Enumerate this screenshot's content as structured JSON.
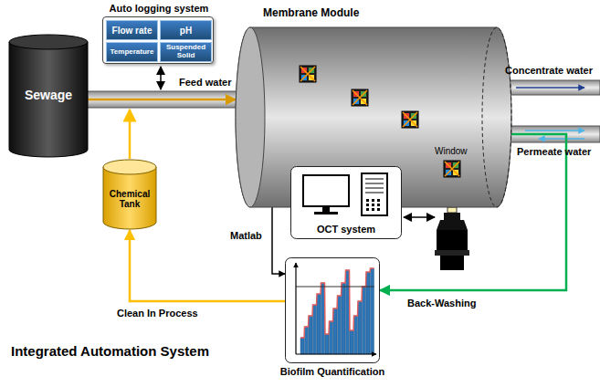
{
  "diagram": {
    "title": "Integrated Automation System",
    "nodes": [
      {
        "text": [
          "Sewage"
        ]
      },
      {
        "text": [
          "Auto logging system"
        ]
      },
      {
        "text": [
          "Flow rate"
        ],
        "in": 1
      },
      {
        "text": [
          "pH"
        ],
        "in": 1
      },
      {
        "text": [
          "Temperature"
        ],
        "in": 1
      },
      {
        "text": [
          "Suspended Solid"
        ],
        "in": 1
      },
      {
        "text": [
          "Membrane Module"
        ]
      },
      {
        "text": [
          "Chemical Tank"
        ]
      },
      {
        "text": [
          "OCT system"
        ]
      },
      {
        "text": [
          "Biofilm Quantification"
        ]
      }
    ],
    "edges": [
      {
        "from": 0,
        "to": 6,
        "label": "Feed water",
        "arrow": "to"
      },
      {
        "from": 8,
        "to": 9,
        "label": "Matlab",
        "arrow": "to"
      },
      {
        "from": 9,
        "to": 7,
        "label": "Clean In Process",
        "arrow": "to"
      },
      {
        "from": 6,
        "to": 9,
        "label": "Back-Washing",
        "arrow": "to"
      }
    ],
    "labels": [
      "Concentrate water",
      "Permeate water",
      "Window"
    ]
  }
}
